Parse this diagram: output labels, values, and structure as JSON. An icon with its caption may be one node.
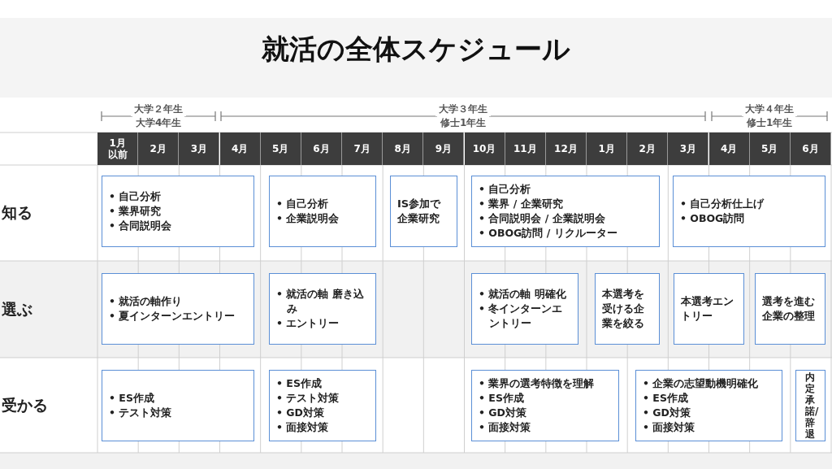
{
  "diagram": {
    "title": "就活の全体スケジュール",
    "nodes": [
      {
        "text": [
          "• 自己分析",
          "• 業界研究",
          "• 合同説明会"
        ]
      },
      {
        "text": [
          "• 自己分析",
          "• 企業説明会"
        ]
      },
      {
        "text": [
          "IS参加で企業研究"
        ]
      },
      {
        "text": [
          "• 自己分析",
          "• 業界 / 企業研究",
          "• 合同説明会 / 企業説明会",
          "• OBOG訪問 / リクルーター"
        ]
      },
      {
        "text": [
          "• 自己分析仕上げ",
          "• OBOG訪問"
        ]
      },
      {
        "text": [
          "• 就活の軸作り",
          "• 夏インターンエントリー"
        ]
      },
      {
        "text": [
          "• 就活の軸 磨き込み",
          "• エントリー"
        ]
      },
      {
        "text": [
          "• 就活の軸 明確化",
          "• 冬インターンエントリー"
        ]
      },
      {
        "text": [
          "本選考を受ける企業を絞る"
        ]
      },
      {
        "text": [
          "本選考エントリー"
        ]
      },
      {
        "text": [
          "選考を進む企業の整理"
        ]
      },
      {
        "text": [
          "• ES作成",
          "• テスト対策"
        ]
      },
      {
        "text": [
          "• ES作成",
          "• テスト対策",
          "• GD対策",
          "• 面接対策"
        ]
      },
      {
        "text": [
          "• 業界の選考特徴を理解",
          "• ES作成",
          "• GD対策",
          "• 面接対策"
        ]
      },
      {
        "text": [
          "• 企業の志望動機明確化",
          "• ES作成",
          "• GD対策",
          "• 面接対策"
        ]
      },
      {
        "text": [
          "内定承諾/辞退"
        ]
      }
    ],
    "labels": [
      "大学２年生",
      "大学4年生",
      "大学３年生",
      "修士1年生",
      "大学４年生",
      "修士1年生",
      "1月以前",
      "2月",
      "3月",
      "4月",
      "5月",
      "6月",
      "7月",
      "8月",
      "9月",
      "10月",
      "11月",
      "12月",
      "1月",
      "2月",
      "3月",
      "4月",
      "5月",
      "6月",
      "知る",
      "選ぶ",
      "受かる"
    ]
  }
}
